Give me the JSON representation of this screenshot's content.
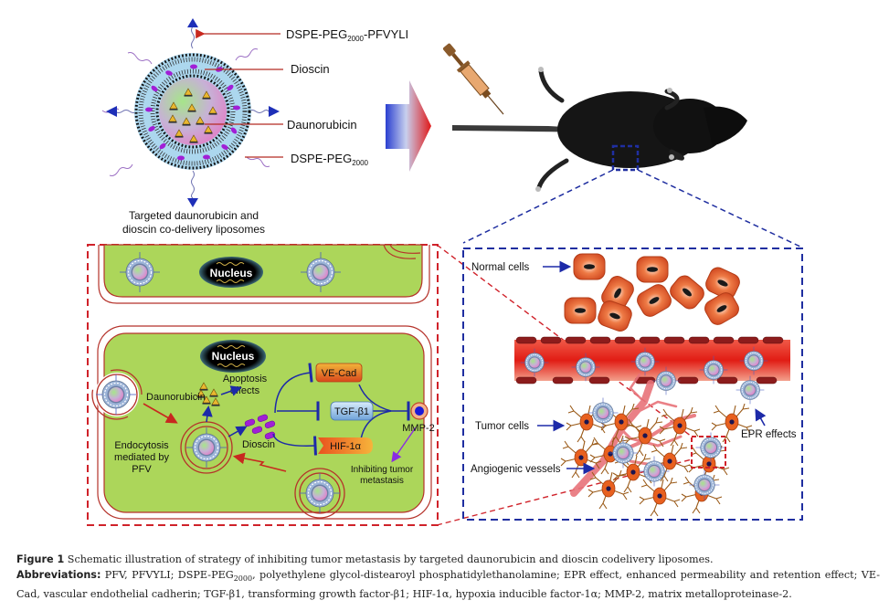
{
  "liposome": {
    "labels": {
      "targeting_lipid": "DSPE-PEG",
      "targeting_lipid_sub": "2000",
      "targeting_lipid_suffix": "-PFVYLI",
      "dioscin": "Dioscin",
      "daunorubicin": "Daunorubicin",
      "peg_lipid": "DSPE-PEG",
      "peg_lipid_sub": "2000"
    },
    "title_line1": "Targeted daunorubicin and",
    "title_line2": "dioscin co-delivery liposomes"
  },
  "cell_panel": {
    "nucleus_label": "Nucleus",
    "daunorubicin_label": "Daunorubicin",
    "apoptosis_line1": "Apoptosis",
    "apoptosis_line2": "effects",
    "endocytosis_line1": "Endocytosis",
    "endocytosis_line2": "mediated by",
    "endocytosis_line3": "PFV",
    "dioscin_label": "Dioscin",
    "targets": [
      "VE-Cad",
      "TGF-β1",
      "HIF-1α"
    ],
    "mmp_label": "MMP-2",
    "inhibit_line1": "Inhibiting tumor",
    "inhibit_line2": "metastasis"
  },
  "tumor_panel": {
    "normal_cells": "Normal cells",
    "tumor_cells": "Tumor cells",
    "angiogenic_vessels": "Angiogenic vessels",
    "epr_effects": "EPR effects"
  },
  "colors": {
    "cell_green": "#acd65a",
    "membrane_red": "#b5322a",
    "dash_red": "#d0222a",
    "dash_blue": "#1f2ea0",
    "arrow_blue": "#1d2aa8",
    "vessel_red": "#e0231d",
    "normal_cell": "#e0542a",
    "dioscin_purple": "#a11fd6"
  },
  "caption": {
    "figure_label": "Figure 1",
    "figure_text": " Schematic illustration of strategy of inhibiting tumor metastasis by targeted daunorubicin and dioscin codelivery liposomes.",
    "abbrev_label": "Abbreviations:",
    "abbrev_text_1": " PFV, PFVYLI; DSPE-PEG",
    "abbrev_sub": "2000",
    "abbrev_text_2": ", polyethylene glycol-distearoyl phosphatidylethanolamine; EPR effect, enhanced permeability and retention effect; VE-Cad, vascular endothelial cadherin; TGF-β1, transforming growth factor-β1; HIF-1α, hypoxia inducible factor-1α; MMP-2, matrix metalloproteinase-2."
  }
}
